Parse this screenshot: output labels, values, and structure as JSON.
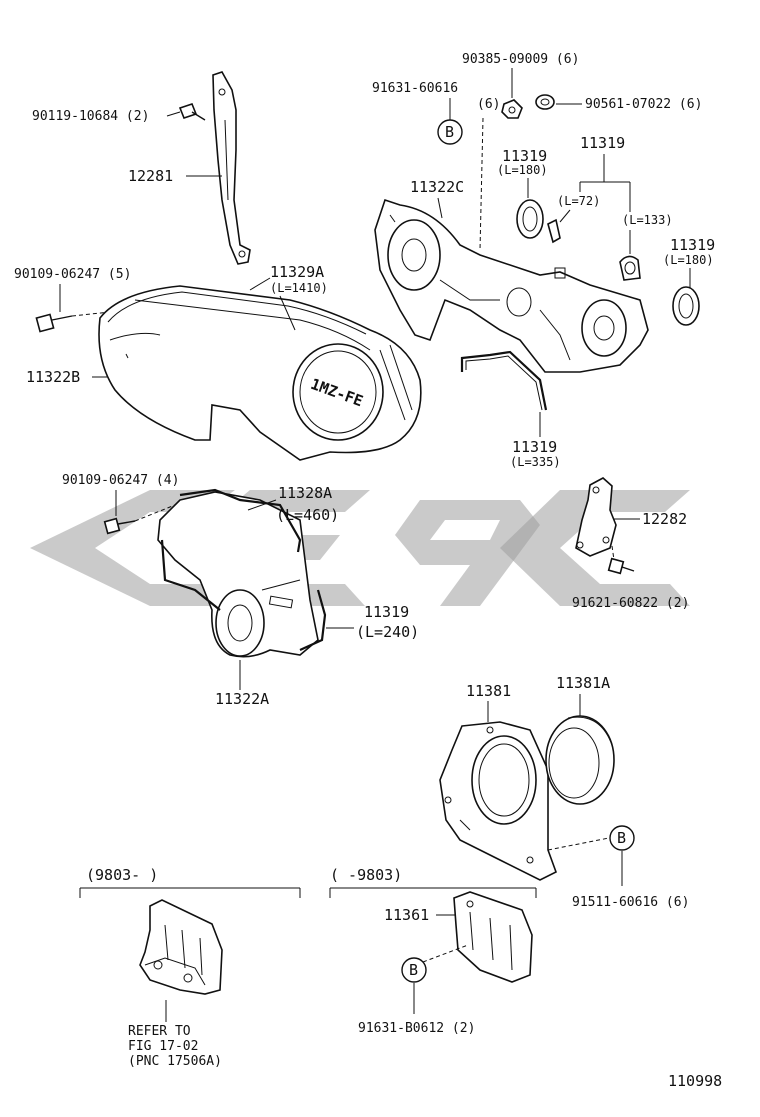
{
  "labels": {
    "p90385": "90385-09009 (6)",
    "p91631_top": "91631-60616",
    "p91631_top_qty": "(6)",
    "p90561": "90561-07022 (6)",
    "p90119": "90119-10684 (2)",
    "p12281": "12281",
    "p11319_a": "11319",
    "p11319_a_len": "(L=180)",
    "p11319_b": "11319",
    "p11322C": "11322C",
    "p_l72": "(L=72)",
    "p_l133": "(L=133)",
    "p11319_c": "11319",
    "p11319_c_len": "(L=180)",
    "p90109_5": "90109-06247 (5)",
    "p11329A": "11329A",
    "p11329A_len": "(L=1410)",
    "p11322B": "11322B",
    "p11319_d": "11319",
    "p11319_d_len": "(L=335)",
    "p90109_4": "90109-06247 (4)",
    "p11328A": "11328A",
    "p11328A_len": "(L=460)",
    "p12282": "12282",
    "p91621": "91621-60822 (2)",
    "p11319_e": "11319",
    "p11319_e_len": "(L=240)",
    "p11322A": "11322A",
    "p11381": "11381",
    "p11381A": "11381A",
    "p91511": "91511-60616 (6)",
    "range_left": "(9803-    )",
    "range_right": "(    -9803)",
    "p11361": "11361",
    "p91631_bottom": "91631-B0612 (2)",
    "refer_line1": "REFER TO",
    "refer_line2": "FIG 17-02",
    "refer_line3": "(PNC 17506A)",
    "figure_number": "110998",
    "cover_emblem": "1MZ-FE",
    "callout_B": "B"
  },
  "colors": {
    "line": "#111111",
    "background": "#ffffff",
    "watermark": "#9e9e9e"
  }
}
